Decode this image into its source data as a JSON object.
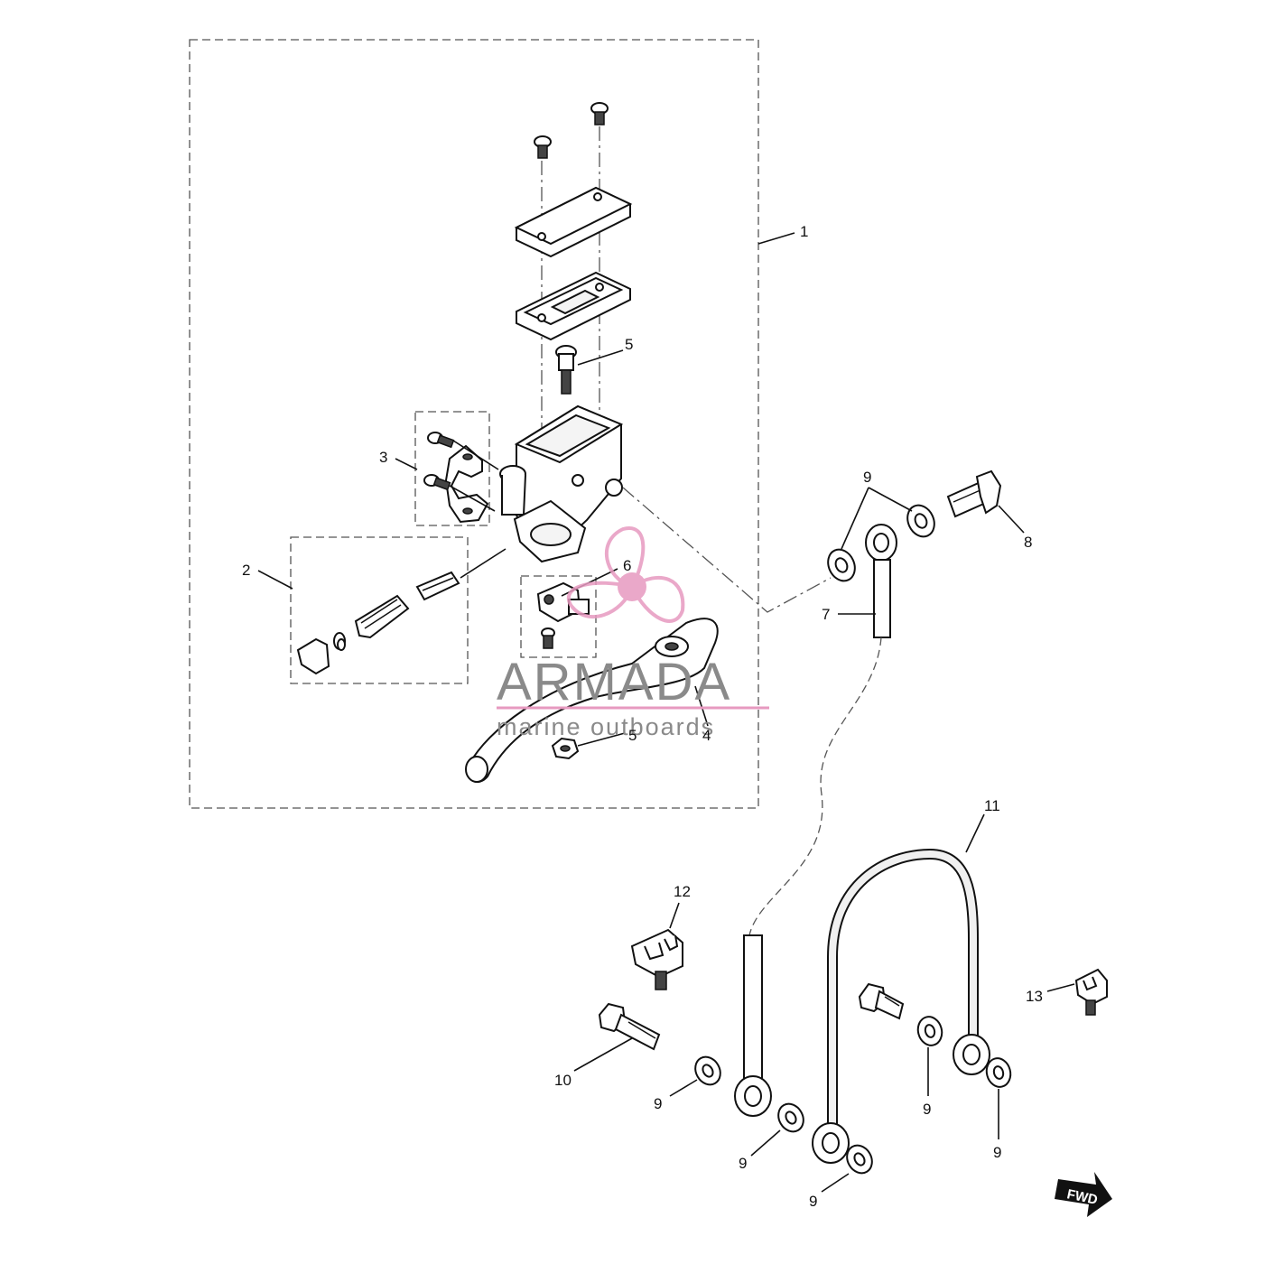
{
  "callouts": [
    {
      "id": "c1",
      "text": "1"
    },
    {
      "id": "c2",
      "text": "2"
    },
    {
      "id": "c3",
      "text": "3"
    },
    {
      "id": "c4",
      "text": "4"
    },
    {
      "id": "c5a",
      "text": "5"
    },
    {
      "id": "c5b",
      "text": "5"
    },
    {
      "id": "c6",
      "text": "6"
    },
    {
      "id": "c7",
      "text": "7"
    },
    {
      "id": "c8",
      "text": "8"
    },
    {
      "id": "c9a",
      "text": "9"
    },
    {
      "id": "c9b",
      "text": "9"
    },
    {
      "id": "c9c",
      "text": "9"
    },
    {
      "id": "c9d",
      "text": "9"
    },
    {
      "id": "c9e",
      "text": "9"
    },
    {
      "id": "c9f",
      "text": "9"
    },
    {
      "id": "c10",
      "text": "10"
    },
    {
      "id": "c11",
      "text": "11"
    },
    {
      "id": "c12",
      "text": "12"
    },
    {
      "id": "c13",
      "text": "13"
    }
  ],
  "watermark": {
    "brand": "ARMADA",
    "tagline": "marine outboards",
    "colors": {
      "text": "#8a8a8a",
      "accent": "#e79ac0"
    }
  },
  "fwd_badge": {
    "text": "FWD"
  },
  "icons": [
    "propeller-logo-icon",
    "fwd-arrow-icon"
  ]
}
